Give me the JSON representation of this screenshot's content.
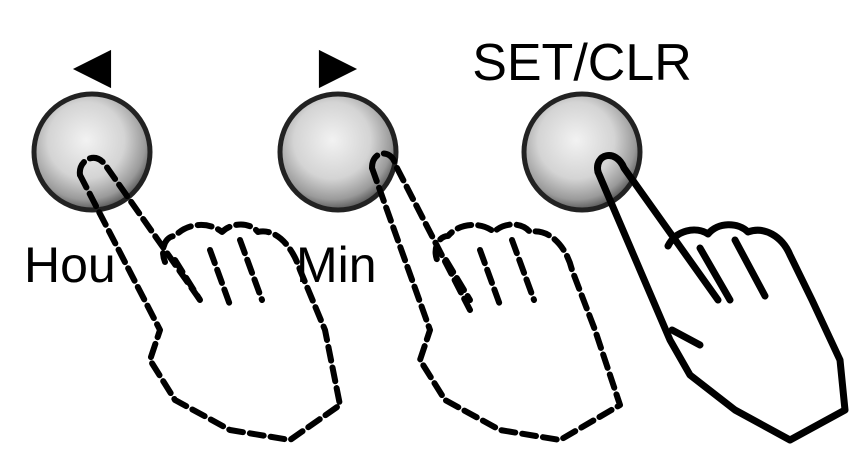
{
  "buttons": [
    {
      "top_label": "◀",
      "bottom_label": "Hou"
    },
    {
      "top_label": "▶",
      "bottom_label": "Min"
    },
    {
      "top_label": "SET/CLR",
      "bottom_label": ""
    }
  ],
  "colors": {
    "ink": "#000000",
    "button_face": "#d4d4d4",
    "button_rim": "#7a7a7a",
    "background": "#ffffff"
  },
  "icons": [
    "left-arrow-icon",
    "right-arrow-icon",
    "pointing-hand-icon"
  ]
}
